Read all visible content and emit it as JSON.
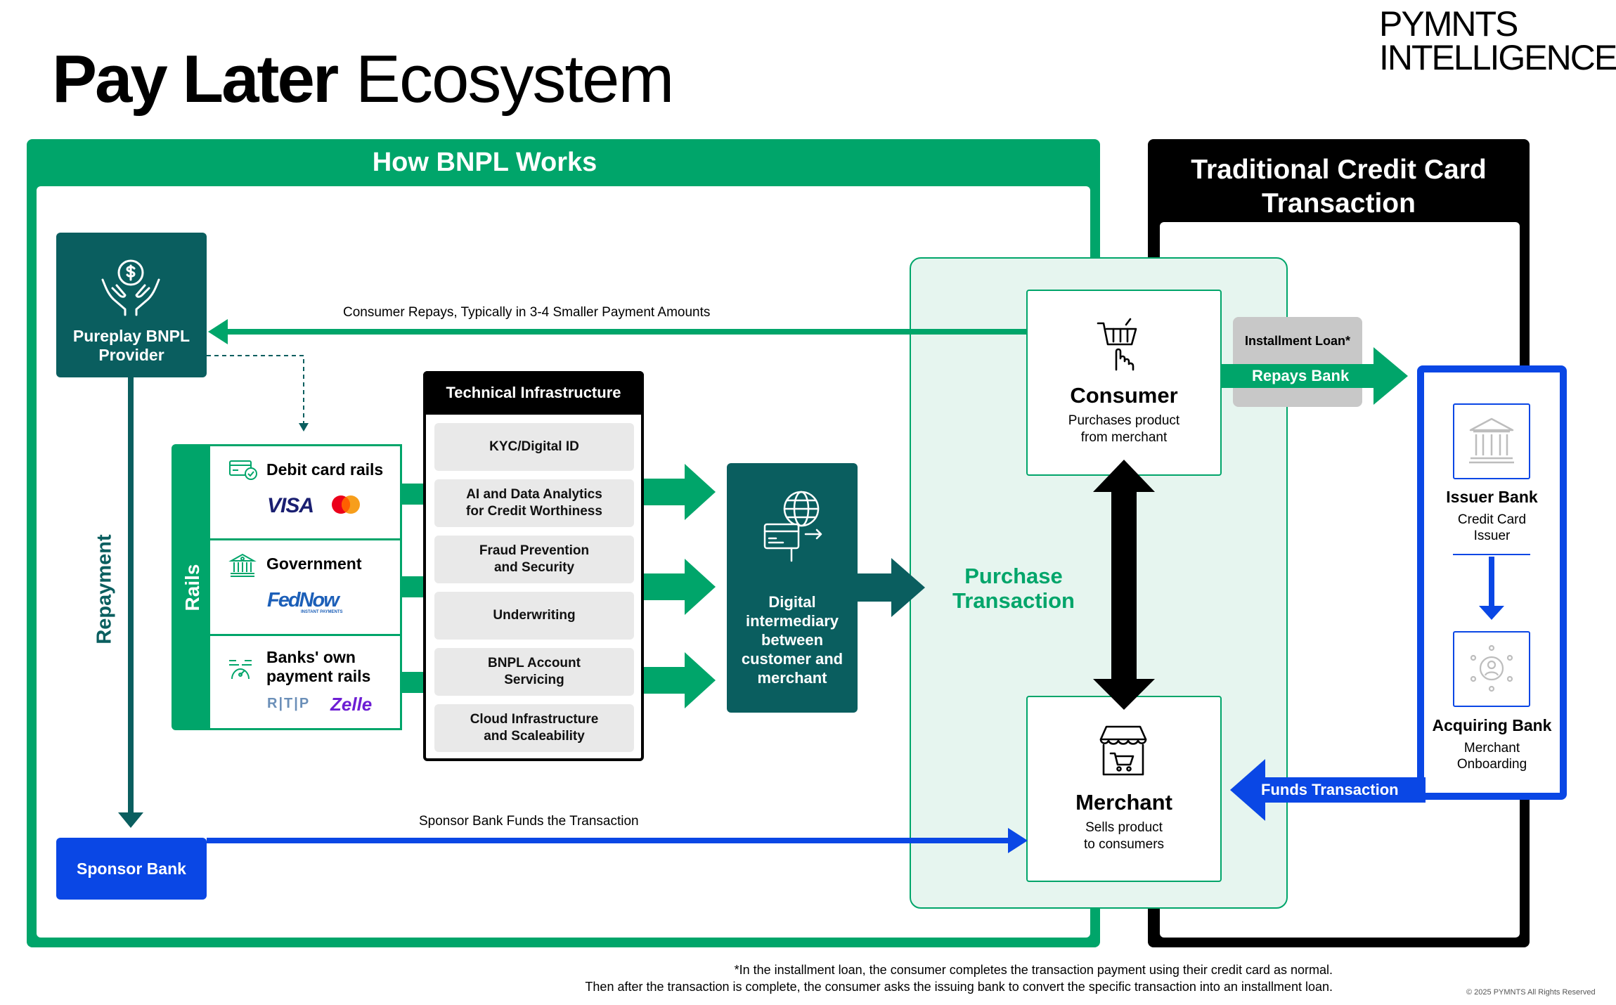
{
  "header": {
    "title_bold": "Pay Later",
    "title_light": "Ecosystem",
    "brand_line1": "PYMNTS",
    "brand_line2": "INTELLIGENCE"
  },
  "bnpl_panel": {
    "title": "How BNPL Works",
    "color": "#00a56a"
  },
  "traditional_panel": {
    "title_line1": "Traditional Credit Card",
    "title_line2": "Transaction"
  },
  "nodes": {
    "pureplay": {
      "label_line1": "Pureplay BNPL",
      "label_line2": "Provider",
      "color": "#0a5e5f"
    },
    "sponsor": {
      "label": "Sponsor Bank",
      "color": "#0a47e5"
    },
    "repayment": "Repayment",
    "rails": "Rails",
    "digital": {
      "line1": "Digital",
      "line2": "intermediary",
      "line3": "between",
      "line4": "customer and",
      "line5": "merchant"
    },
    "purchase": {
      "line1": "Purchase",
      "line2": "Transaction"
    },
    "consumer": {
      "title": "Consumer",
      "sub1": "Purchases product",
      "sub2": "from merchant"
    },
    "merchant": {
      "title": "Merchant",
      "sub1": "Sells product",
      "sub2": "to consumers"
    },
    "issuer": {
      "title": "Issuer Bank",
      "sub1": "Credit Card",
      "sub2": "Issuer"
    },
    "acquirer": {
      "title": "Acquiring Bank",
      "sub1": "Merchant",
      "sub2": "Onboarding"
    }
  },
  "rails": [
    {
      "label": "Debit card rails",
      "logos": [
        "VISA"
      ]
    },
    {
      "label": "Government",
      "logos": [
        "FedNow",
        "INSTANT PAYMENTS"
      ]
    },
    {
      "label_line1": "Banks' own",
      "label_line2": "payment rails",
      "logos": [
        "R|T|P",
        "Zelle"
      ]
    }
  ],
  "infrastructure": {
    "title": "Technical Infrastructure",
    "items": [
      {
        "line1": "KYC/Digital ID",
        "line2": ""
      },
      {
        "line1": "AI and Data Analytics",
        "line2": "for Credit Worthiness"
      },
      {
        "line1": "Fraud Prevention",
        "line2": "and Security"
      },
      {
        "line1": "Underwriting",
        "line2": ""
      },
      {
        "line1": "BNPL Account",
        "line2": "Servicing"
      },
      {
        "line1": "Cloud Infrastructure",
        "line2": "and Scaleability"
      }
    ]
  },
  "flows": {
    "consumer_repays": "Consumer Repays, Typically in 3-4 Smaller Payment Amounts",
    "sponsor_funds": "Sponsor Bank Funds the Transaction",
    "installment": "Installment Loan*",
    "repays_bank": "Repays Bank",
    "funds_transaction": "Funds Transaction"
  },
  "footnote": {
    "line1": "*In the installment loan, the consumer completes the transaction payment using their credit card as normal.",
    "line2": "Then after the transaction is complete, the consumer asks the issuing bank to convert the specific transaction into an installment loan.",
    "copyright": "© 2025 PYMNTS All Rights Reserved"
  },
  "colors": {
    "green": "#00a56a",
    "teal": "#0a5e5f",
    "blue": "#0a47e5",
    "light_green_bg": "#e6f5ef",
    "gray": "#c8c8c8"
  },
  "icons": [
    "money-hands-icon",
    "card-check-icon",
    "government-building-icon",
    "payment-signal-icon",
    "globe-card-icon",
    "shopping-cart-hand-icon",
    "storefront-icon",
    "bank-icon",
    "network-user-icon"
  ]
}
